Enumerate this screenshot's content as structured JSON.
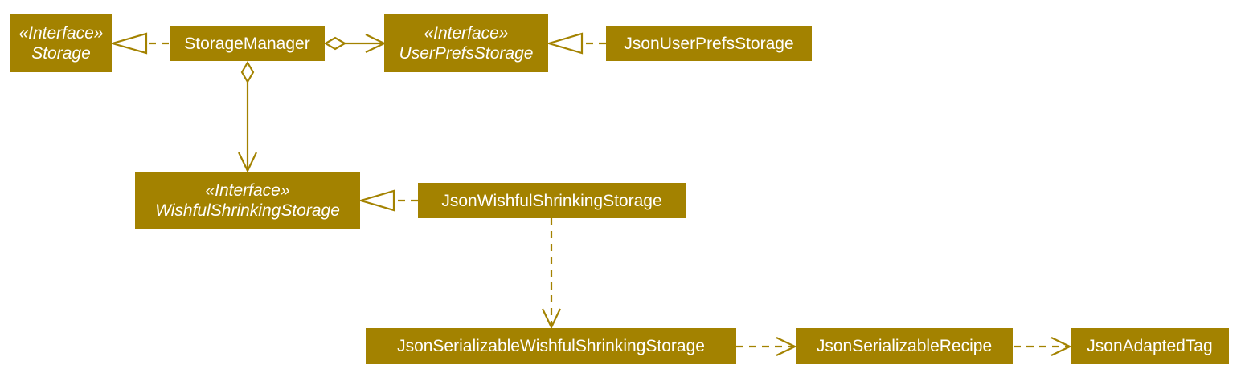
{
  "colors": {
    "box_fill": "#a38200",
    "line": "#a38200",
    "text": "#ffffff"
  },
  "nodes": {
    "storage": {
      "stereotype": "«Interface»",
      "name": "Storage"
    },
    "storage_manager": {
      "name": "StorageManager"
    },
    "user_prefs_storage": {
      "stereotype": "«Interface»",
      "name": "UserPrefsStorage"
    },
    "json_user_prefs_storage": {
      "name": "JsonUserPrefsStorage"
    },
    "wishful_shrinking_storage": {
      "stereotype": "«Interface»",
      "name": "WishfulShrinkingStorage"
    },
    "json_wishful_shrinking_storage": {
      "name": "JsonWishfulShrinkingStorage"
    },
    "json_serializable_wishful_shrinking_storage": {
      "name": "JsonSerializableWishfulShrinkingStorage"
    },
    "json_serializable_recipe": {
      "name": "JsonSerializableRecipe"
    },
    "json_adapted_tag": {
      "name": "JsonAdaptedTag"
    }
  },
  "edges": [
    {
      "from": "storage_manager",
      "to": "storage",
      "kind": "realization"
    },
    {
      "from": "storage_manager",
      "to": "user_prefs_storage",
      "kind": "aggregation"
    },
    {
      "from": "json_user_prefs_storage",
      "to": "user_prefs_storage",
      "kind": "realization"
    },
    {
      "from": "storage_manager",
      "to": "wishful_shrinking_storage",
      "kind": "aggregation"
    },
    {
      "from": "json_wishful_shrinking_storage",
      "to": "wishful_shrinking_storage",
      "kind": "realization"
    },
    {
      "from": "json_wishful_shrinking_storage",
      "to": "json_serializable_wishful_shrinking_storage",
      "kind": "dependency"
    },
    {
      "from": "json_serializable_wishful_shrinking_storage",
      "to": "json_serializable_recipe",
      "kind": "dependency"
    },
    {
      "from": "json_serializable_recipe",
      "to": "json_adapted_tag",
      "kind": "dependency"
    }
  ]
}
